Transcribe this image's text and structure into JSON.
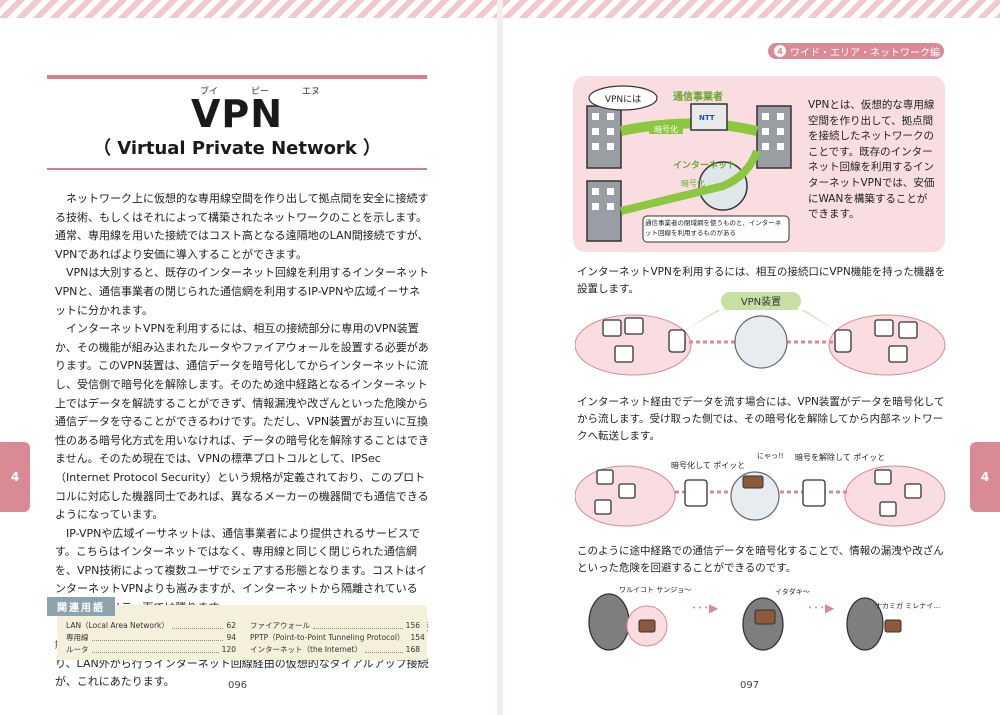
{
  "left": {
    "ruby": [
      "ブイ",
      "ピー",
      "エヌ"
    ],
    "title": "VPN",
    "subtitle": "（ Virtual Private Network ）",
    "paragraphs": [
      "ネットワーク上に仮想的な専用線空間を作り出して拠点間を安全に接続する技術、もしくはそれによって構築されたネットワークのことを示します。通常、専用線を用いた接続ではコスト高となる遠隔地のLAN間接続ですが、VPNであればより安価に導入することができます。",
      "VPNは大別すると、既存のインターネット回線を利用するインターネットVPNと、通信事業者の閉じられた通信網を利用するIP-VPNや広域イーサネットに分かれます。",
      "インターネットVPNを利用するには、相互の接続部分に専用のVPN装置か、その機能が組み込まれたルータやファイアウォールを設置する必要があります。このVPN装置は、通信データを暗号化してからインターネットに流し、受信側で暗号化を解除します。そのため途中経路となるインターネット上ではデータを解読することができず、情報漏洩や改ざんといった危険から通信データを守ることができるわけです。ただし、VPN装置がお互いに互換性のある暗号化方式を用いなければ、データの暗号化を解除することはできません。そのため現在では、VPNの標準プロトコルとして、IPSec（Internet Protocol Security）という規格が定義されており、このプロトコルに対応した機器同士であれば、異なるメーカーの機器間でも通信できるようになっています。",
      "IP-VPNや広域イーサネットは、通信事業者により提供されるサービスです。こちらはインターネットではなく、専用線と同じく閉じられた通信網を、VPN技術によって複数ユーザでシェアする形態となります。コストはインターネットVPNよりも嵩みますが、インターネットから隔離されている分、セキュリティ面では勝ります。",
      "また、VPNにはLAN同士を接続する形態の他に、リモートアクセス型の接続方法も存在します。PPTP（Point to Point Tunneling Protocol）により、LAN外から行うインターネット回線経由の仮想的なダイアルアップ接続が、これにあたります。"
    ],
    "related_title": "関連用語",
    "related_col1": [
      {
        "term": "LAN（Local Area Network）",
        "page": "62"
      },
      {
        "term": "専用線",
        "page": "94"
      },
      {
        "term": "ルータ",
        "page": "120"
      }
    ],
    "related_col2": [
      {
        "term": "ファイアウォール",
        "page": "156"
      },
      {
        "term": "PPTP（Point-to-Point Tunneling Protocol）",
        "page": "154"
      },
      {
        "term": "インターネット（the Internet）",
        "page": "168"
      }
    ],
    "page_number": "096",
    "side_tab": "4"
  },
  "right": {
    "chapter_number": "4",
    "chapter_label": "ワイド・エリア・ネットワーク編",
    "fig_text": "VPNとは、仮想的な専用線空間を作り出して、拠点間を接続したネットワークのことです。既存のインターネット回線を利用するインターネットVPNでは、安価にWANを構築することができます。",
    "fig_labels": {
      "vpn_niwa": "VPNには",
      "carrier": "通信事業者",
      "ntt": "NTT",
      "encrypt1": "暗号化",
      "internet": "インターネット",
      "encrypt2": "暗号化",
      "caption": "通信事業者の閉域網を使うものと、インターネット回線を利用するものがある"
    },
    "para1": "インターネットVPNを利用するには、相互の接続口にVPN機能を持った機器を設置します。",
    "vpn_device": "VPN装置",
    "para2": "インターネット経由でデータを流す場合には、VPN装置がデータを暗号化してから流します。受け取った側では、その暗号化を解除してから内部ネットワークへ転送します。",
    "bubble1": "暗号化して ポイッと",
    "bubble2": "暗号を解除して ポイッと",
    "exclaim": "にゃっ!!",
    "para3": "このように途中経路での通信データを暗号化することで、情報の漏洩や改ざんといった危険を回避することができるのです。",
    "thief1": "ワルイコト サンジョ～",
    "thief2": "イタダキ～",
    "thief3": "ナカミガ ミレナイ…",
    "page_number": "097",
    "side_tab": "4"
  },
  "colors": {
    "accent": "#d98a95",
    "bar": "#d77e8a",
    "figure_bg": "#f9dde0",
    "related_bg": "#f5f0dc",
    "related_tag": "#8fa3ad"
  }
}
